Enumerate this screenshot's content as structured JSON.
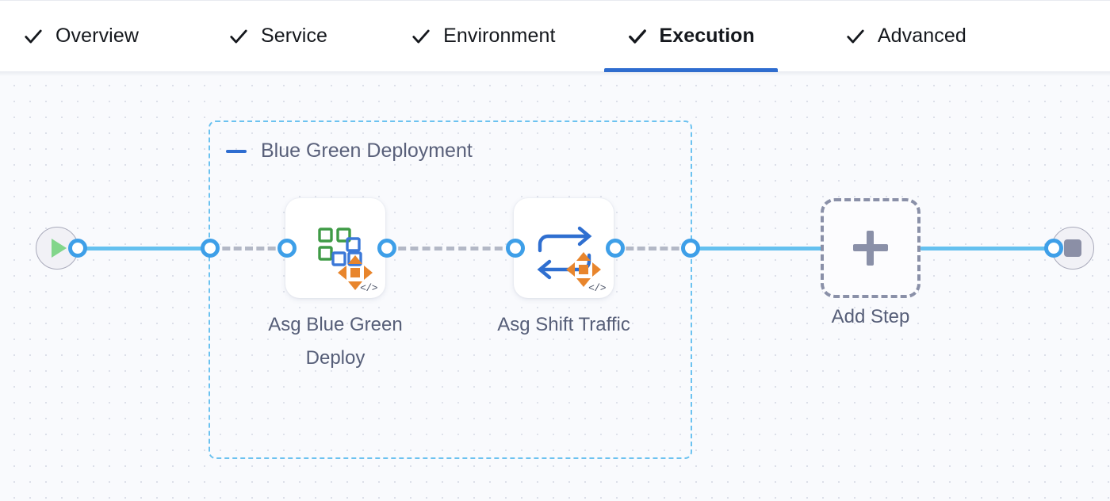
{
  "tabs": {
    "items": [
      {
        "label": "Overview",
        "icon": "check-icon",
        "complete": true,
        "active": false
      },
      {
        "label": "Service",
        "icon": "check-icon",
        "complete": true,
        "active": false
      },
      {
        "label": "Environment",
        "icon": "check-icon",
        "complete": true,
        "active": false
      },
      {
        "label": "Execution",
        "icon": "check-icon",
        "complete": true,
        "active": true
      },
      {
        "label": "Advanced",
        "icon": "check-icon",
        "complete": true,
        "active": false
      }
    ],
    "active_index": 3,
    "active_underline_color": "#2e6dd0"
  },
  "canvas": {
    "background_color": "#f9fafd",
    "dot_color": "#dcdfe9",
    "start_node": {
      "icon": "play-icon",
      "name": "pipeline-start"
    },
    "end_node": {
      "icon": "stop-icon",
      "name": "pipeline-end"
    },
    "group": {
      "title": "Blue Green Deployment",
      "collapse_icon": "minus-icon",
      "border_color": "#6cc2f0",
      "accent_color": "#2e6dd0"
    },
    "steps": [
      {
        "label": "Asg Blue Green Deploy",
        "icon": "asg-blue-green-deploy-icon",
        "badge": "</>"
      },
      {
        "label": "Asg Shift Traffic",
        "icon": "asg-shift-traffic-icon",
        "badge": "</>"
      }
    ],
    "add_step": {
      "label": "Add Step",
      "icon": "plus-icon"
    },
    "connector_colors": {
      "solid": "#64c0ef",
      "dashed": "#b3b8c6",
      "port": "#3e9fe8"
    }
  }
}
